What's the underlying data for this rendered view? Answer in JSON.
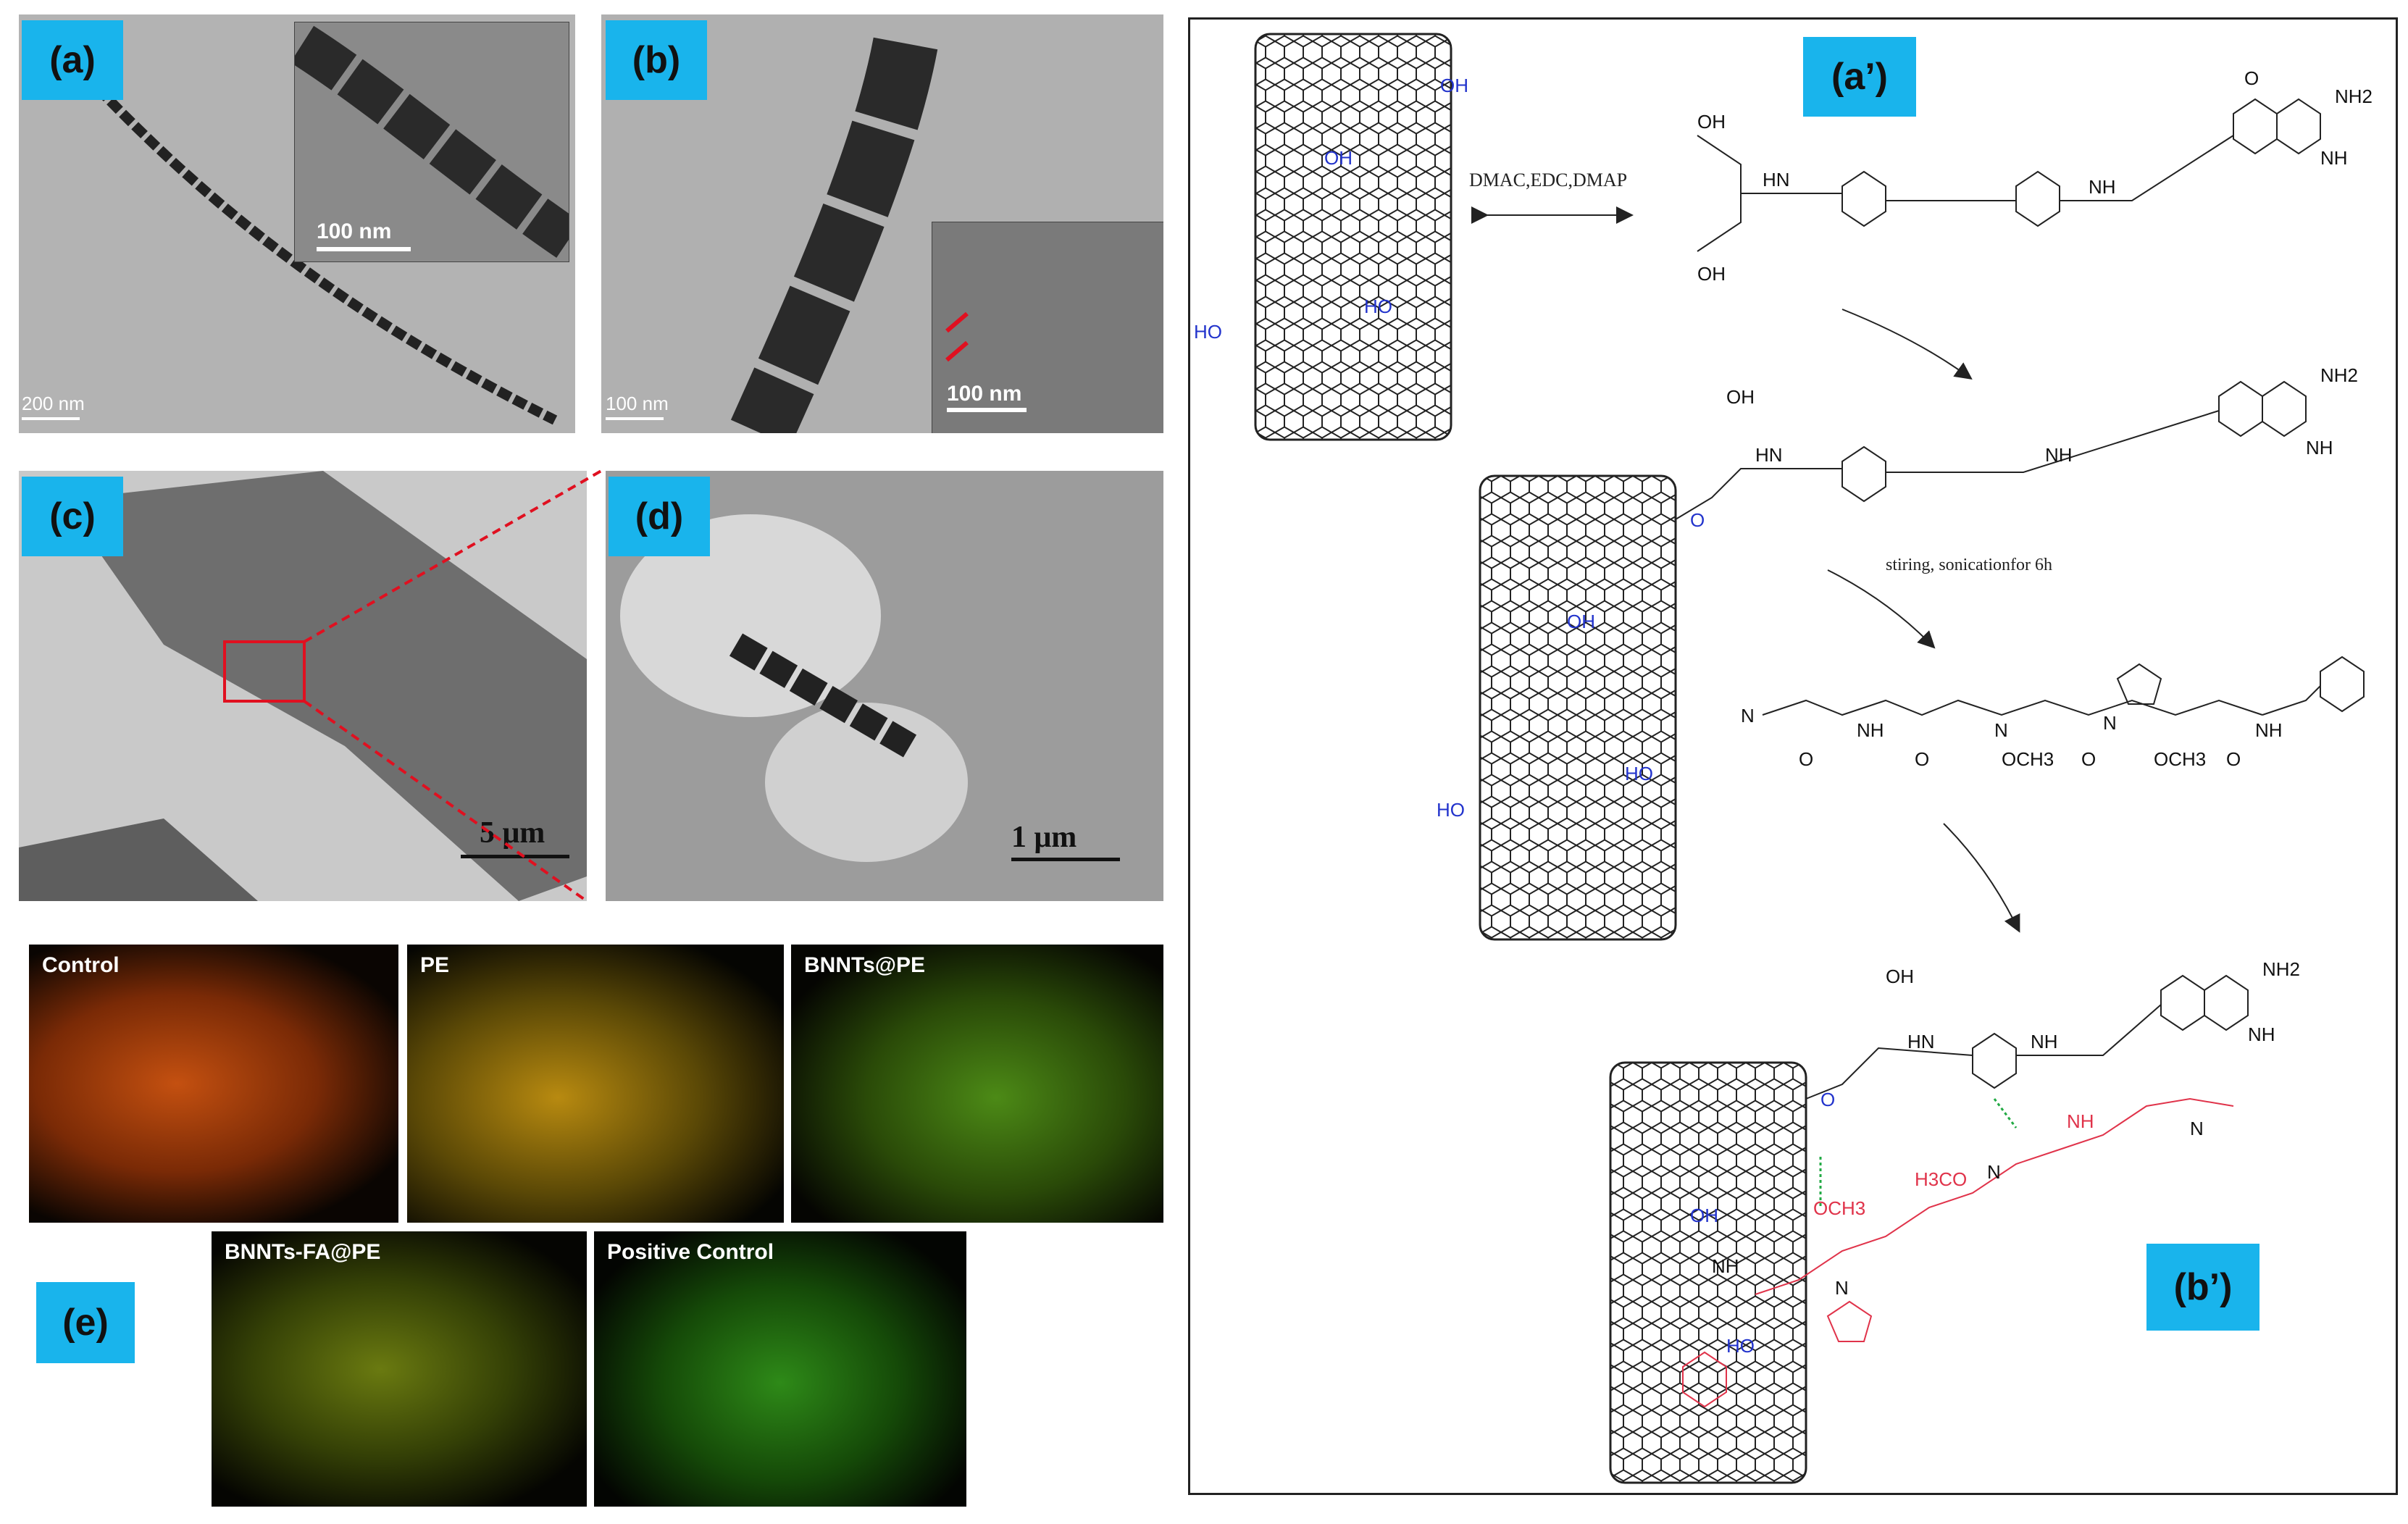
{
  "panels": {
    "a": {
      "badge": "(a)",
      "scale": "200 nm",
      "inset_scale": "100 nm"
    },
    "b": {
      "badge": "(b)",
      "scale": "100 nm",
      "inset_scale": "100 nm"
    },
    "c": {
      "badge": "(c)",
      "scale": "5 μm"
    },
    "d": {
      "badge": "(d)",
      "scale": "1 μm"
    },
    "e": {
      "badge": "(e)"
    },
    "a_prime": {
      "badge": "(a’)"
    },
    "b_prime": {
      "badge": "(b’)"
    }
  },
  "fluorescence": [
    {
      "label": "Control"
    },
    {
      "label": "PE"
    },
    {
      "label": "BNNTs@PE"
    },
    {
      "label": "BNNTs-FA@PE"
    },
    {
      "label": "Positive Control"
    }
  ],
  "scheme": {
    "step1": "DMAC,EDC,DMAP",
    "step2": "stiring, sonicationfor 6h",
    "atoms": {
      "oh": "OH",
      "ho": "HO",
      "nh2": "NH2",
      "nh": "NH",
      "hn": "HN",
      "n": "N",
      "o": "O",
      "och3": "OCH3",
      "h3co": "H3CO"
    }
  },
  "colors": {
    "badge": "#19b4ec",
    "tem_gray": "#a8a8a8",
    "chem_blue": "#2233cc",
    "chem_red": "#e0334a",
    "hbond_green": "#22aa44"
  }
}
